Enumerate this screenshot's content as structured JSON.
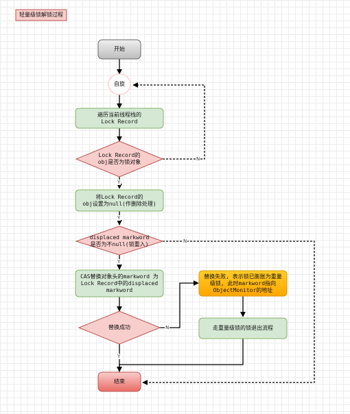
{
  "title": "轻量级锁解锁过程",
  "nodes": {
    "start": "开始",
    "spin": "自旋",
    "traverse": "遍历当前线程栈的\nLock Record",
    "check_obj": "Lock Record的\nobj是否为锁对象",
    "set_null": "将Lock Record的\nobj设置为null(作删除处理)",
    "check_mark": "displaced markword\n是否为不null(锁重入)",
    "cas": "CAS替换对象头的markword 为\nLock Record中的displaced\nmarkword",
    "cas_ok": "替换成功",
    "fail": "替换失败, 表示锁已膨胀为重量\n级锁, 此时markword指向\nObjectMonitor的地址",
    "heavy_exit": "走重量级锁的锁退出流程",
    "end": "结束"
  },
  "edge_labels": {
    "check_obj_no": "N",
    "check_obj_yes": "Y",
    "set_null_out": "Y",
    "check_mark_no": "N",
    "check_mark_yes": "Y",
    "cas_ok_no": "N",
    "cas_ok_yes": "Y"
  },
  "colors": {
    "title_fill": "#f8cecc",
    "title_stroke": "#b85450",
    "start_fill": "#cccccc",
    "start_stroke": "#666666",
    "process_fill": "#d5e8d4",
    "process_stroke": "#82b366",
    "decision_fill": "#f8cecc",
    "decision_stroke": "#b85450",
    "warn_fill": "#ffcd28",
    "warn_stroke": "#d79b00",
    "end_fill": "#f19c99",
    "end_stroke": "#b85450"
  }
}
